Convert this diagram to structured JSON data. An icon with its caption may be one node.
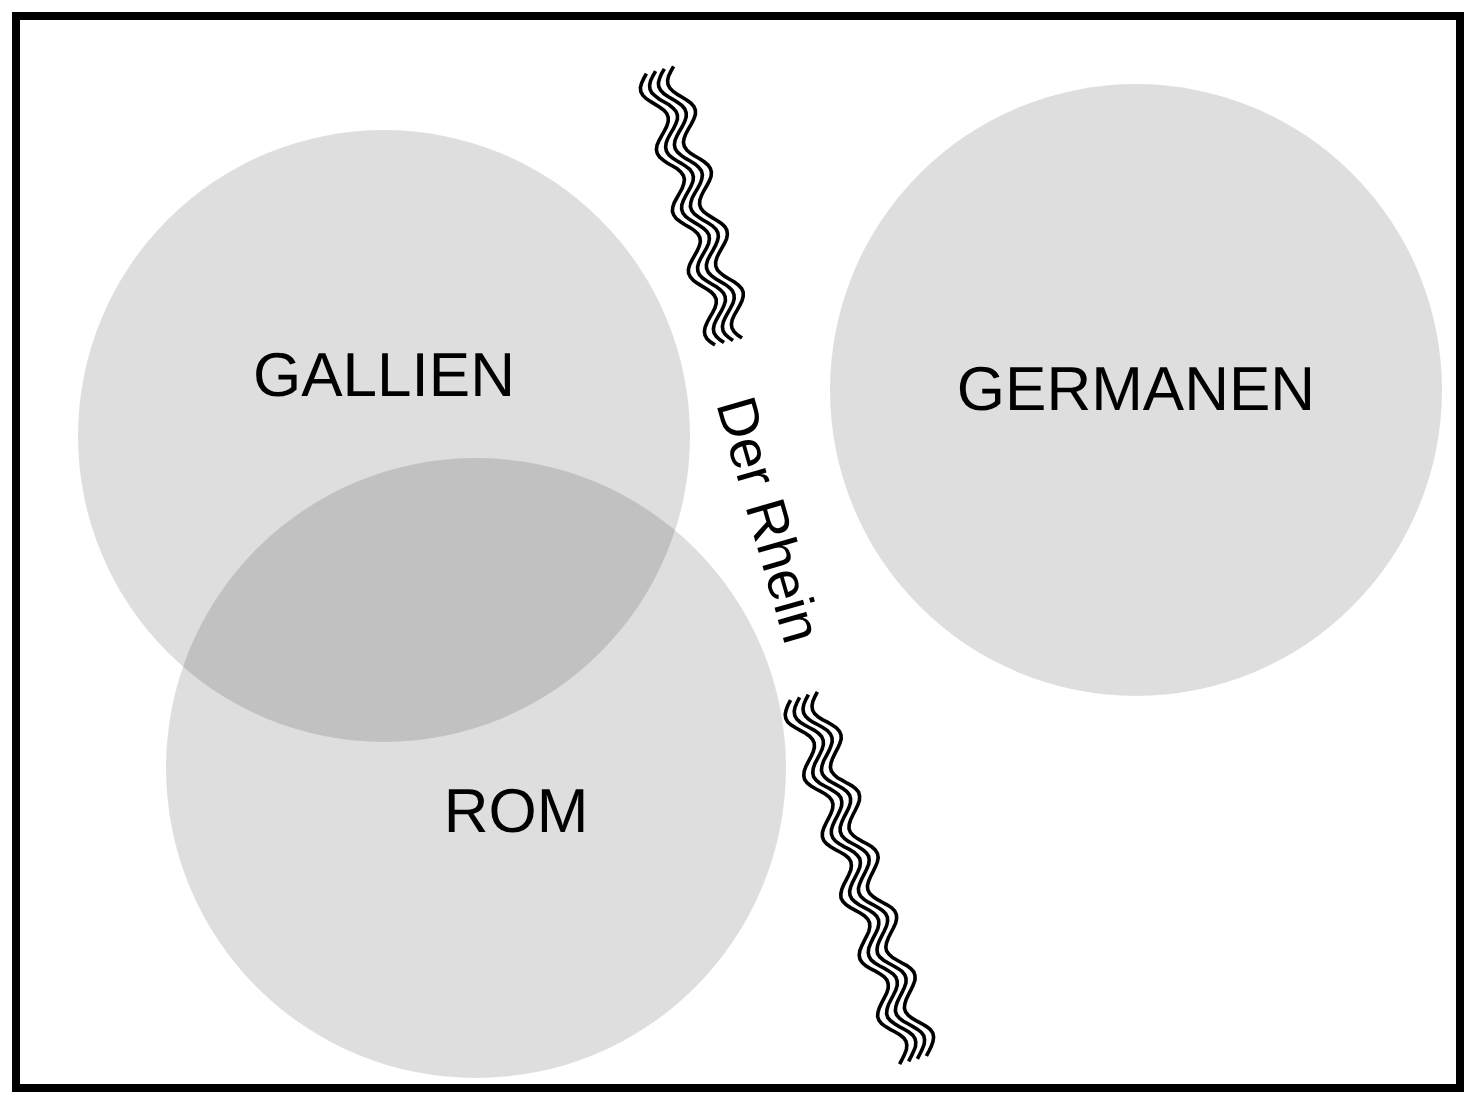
{
  "diagram": {
    "nodes": [
      {
        "text": [
          "GALLIEN"
        ]
      },
      {
        "text": [
          "ROM"
        ]
      },
      {
        "text": [
          "GERMANEN"
        ]
      }
    ],
    "labels": [
      "Der Rhein"
    ]
  }
}
